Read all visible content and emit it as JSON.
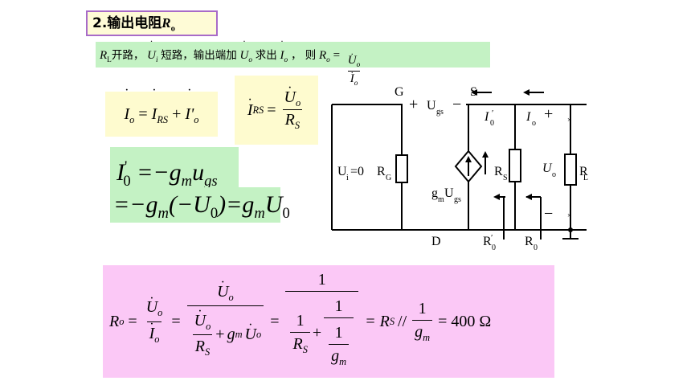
{
  "title": {
    "number": "2.",
    "text": "输出电阻",
    "symbol": "R",
    "sub": "o"
  },
  "condition": {
    "rl": "R",
    "rl_sub": "L",
    "open": "开路，",
    "ui": "U",
    "ui_sub": "i",
    "short": "短路，输出端加",
    "uo": "U",
    "uo_sub": "o",
    "find": "求出",
    "io": "I",
    "io_sub": "o",
    "then": "，  则",
    "ro": "R",
    "ro_sub": "o",
    "eq": "="
  },
  "eq_io": {
    "lhs": "I",
    "lhs_sub": "o",
    "rhs1": "I",
    "rhs1_sub": "RS",
    "plus": "+",
    "rhs2": "I'",
    "rhs2_sub": "o"
  },
  "eq_irs": {
    "lhs": "I",
    "lhs_sub": "RS",
    "num": "U",
    "num_sub": "o",
    "den": "R",
    "den_sub": "S"
  },
  "eq_i0": {
    "lhs": "I",
    "lhs_sup": "'",
    "lhs_sub": "0",
    "rhs": "=−g",
    "rhs_sub": "m",
    "u": "u",
    "u_sub": "gs"
  },
  "eq_i0b": {
    "text1": "=−g",
    "sub1": "m",
    "text2": "(−U",
    "sub2": "0",
    "text3": ")=g",
    "sub3": "m",
    "text4": "U",
    "sub4": "0"
  },
  "result": {
    "lhs": "R",
    "lhs_sub": "o",
    "eq": "=",
    "one": "1",
    "plus": "+",
    "gm": "g",
    "gm_sub": "m",
    "par": "= R",
    "par_sub": "S",
    "par_sym": "//",
    "value": "= 400 Ω"
  },
  "circuit": {
    "g": "G",
    "s": "S",
    "d": "D",
    "plus1": "+",
    "ugs": "U",
    "ugs_sub": "gs",
    "minus1": "−",
    "i0p": "I",
    "i0p_sub": "0",
    "i0p_sup": "′",
    "io": "I",
    "io_sub": "o",
    "plus2": "+",
    "ui0": "U",
    "ui0_sub": "i",
    "ui0_val": "=0",
    "rg": "R",
    "rg_sub": "G",
    "gmugs": "g",
    "gmugs_sub": "m",
    "gmugs_u": "U",
    "gmugs_u_sub": "gs",
    "rs": "R",
    "rs_sub": "S",
    "uo": "U",
    "uo_sub": "o",
    "rl": "R",
    "rl_sub": "L",
    "minus2": "−",
    "r0p": "R",
    "r0p_sub": "0",
    "r0p_sup": "′",
    "r0": "R",
    "r0_sub": "0"
  }
}
